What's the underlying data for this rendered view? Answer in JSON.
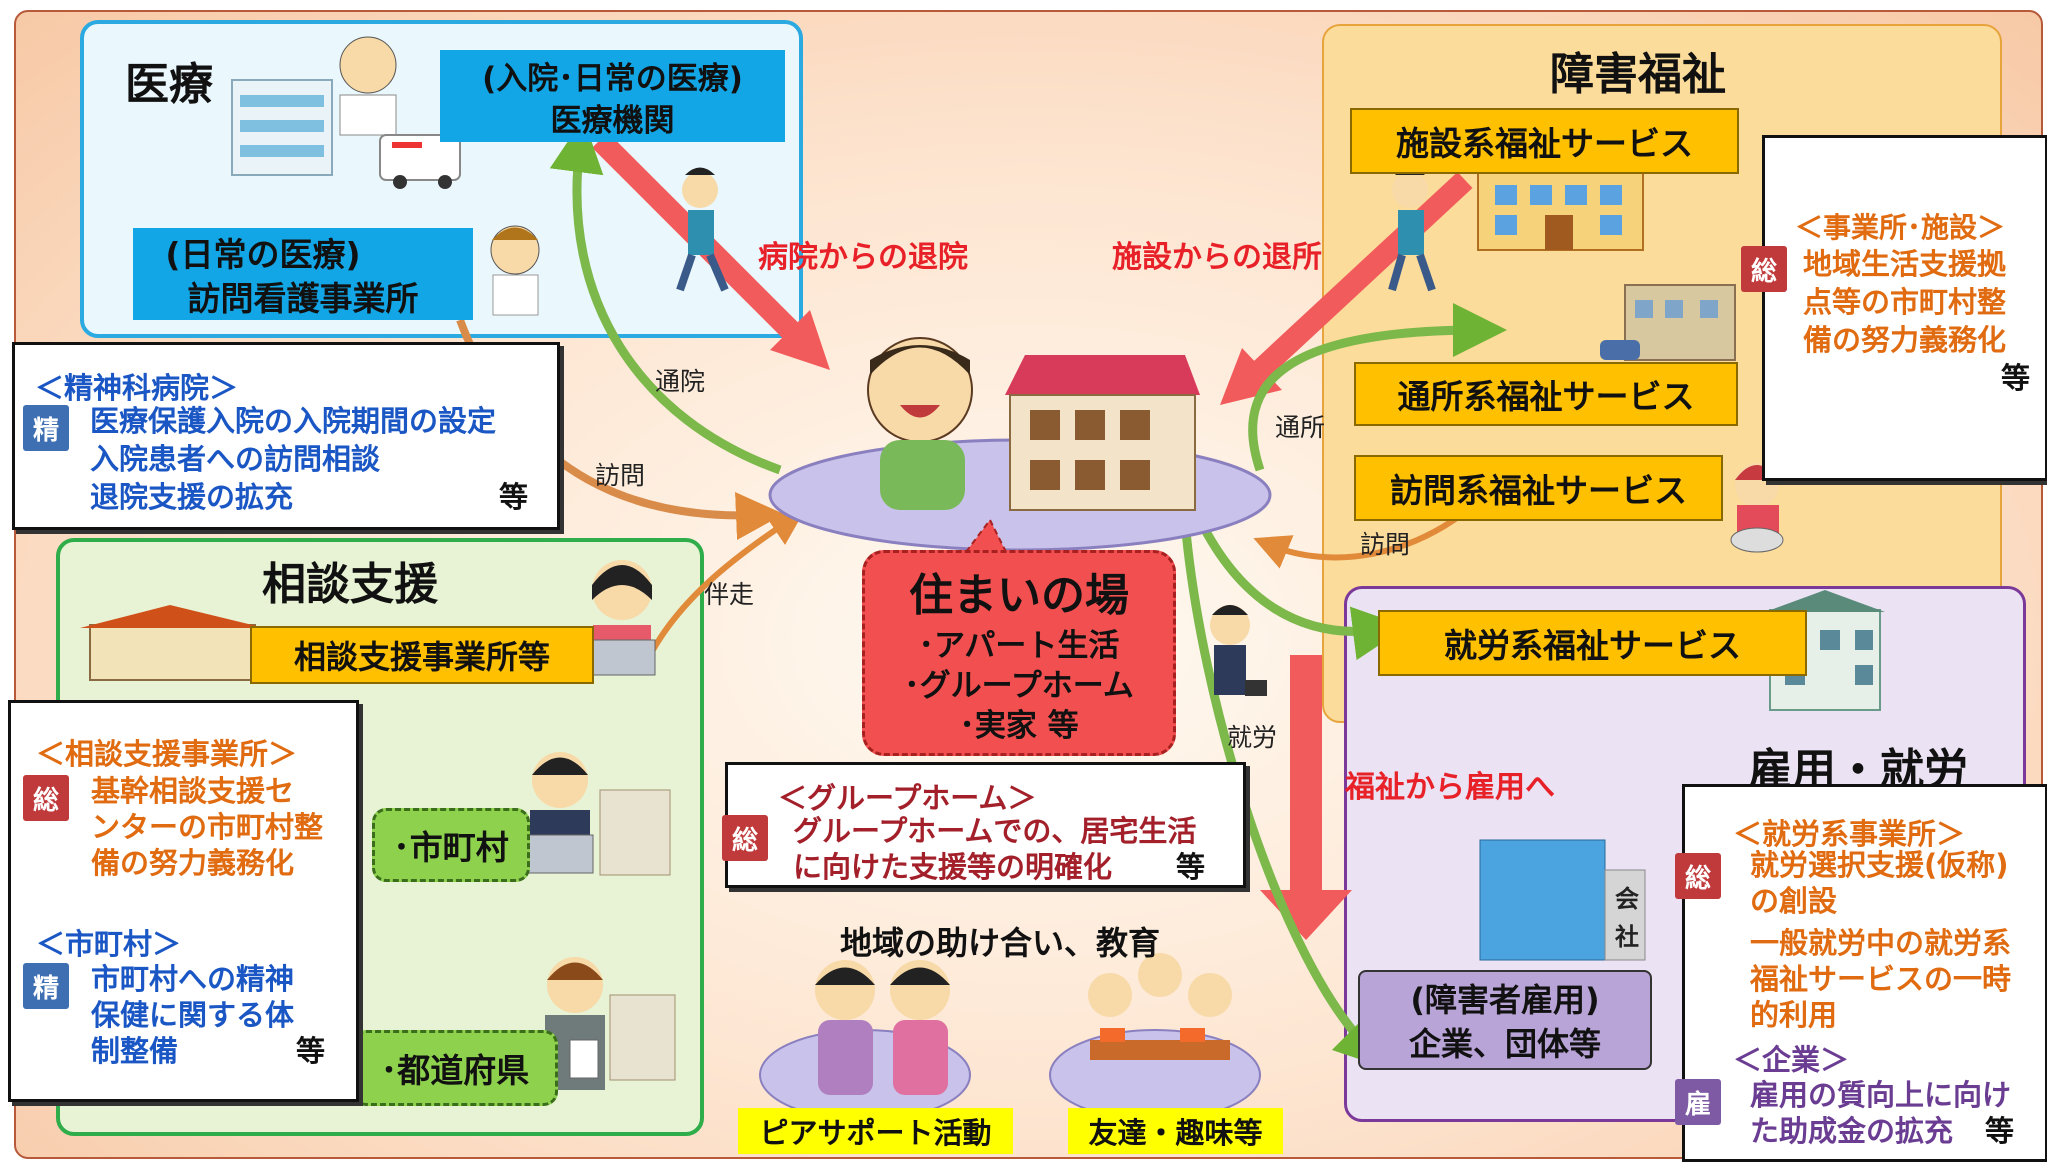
{
  "regions": {
    "iryo": {
      "title": "医療",
      "hospital_label_line1": "(入院･日常の医療)",
      "hospital_label_line2": "医療機関",
      "visit_label_line1": "(日常の医療)",
      "visit_label_line2": "訪問看護事業所"
    },
    "shogai": {
      "title": "障害福祉",
      "facility": "施設系福祉サービス",
      "tsusho": "通所系福祉サービス",
      "homon": "訪問系福祉サービス",
      "shuro": "就労系福祉サービス"
    },
    "sodan": {
      "title": "相談支援",
      "office": "相談支援事業所等",
      "shichoson": "･市町村",
      "todofuken": "･都道府県"
    },
    "koyo": {
      "title": "雇用・就労",
      "company_line1": "(障害者雇用)",
      "company_line2": "企業、団体等",
      "kaisha": "会社"
    }
  },
  "center": {
    "title": "住まいの場",
    "line1": "･アパート生活",
    "line2": "･グループホーム",
    "line3": "･実家 等"
  },
  "arrows": {
    "taiin": "病院からの退院",
    "taisho": "施設からの退所",
    "fukushi_koyo": "福祉から雇用へ",
    "tsuin": "通院",
    "homon": "訪問",
    "bansou": "伴走",
    "tsusho": "通所",
    "homon2": "訪問",
    "shuro": "就労"
  },
  "community": {
    "title": "地域の助け合い、教育",
    "peer": "ピアサポート活動",
    "friends": "友達・趣味等"
  },
  "notes": {
    "seishin": {
      "header": "＜精神科病院＞",
      "badge": "精",
      "lines": [
        "医療保護入院の入院期間の設定",
        "入院患者への訪問相談",
        "退院支援の拡充"
      ],
      "etc": "等"
    },
    "jigyosho": {
      "header": "＜事業所･施設＞",
      "badge": "総",
      "lines": [
        "地域生活支援拠",
        "点等の市町村整",
        "備の努力義務化"
      ],
      "etc": "等"
    },
    "sodan": {
      "header": "＜相談支援事業所＞",
      "badge": "総",
      "lines": [
        "基幹相談支援セ",
        "ンターの市町村整",
        "備の努力義務化"
      ]
    },
    "shichoson": {
      "header": "＜市町村＞",
      "badge": "精",
      "lines": [
        "市町村への精神",
        "保健に関する体",
        "制整備"
      ],
      "etc": "等"
    },
    "gh": {
      "header": "＜グループホーム＞",
      "badge": "総",
      "lines": [
        "グループホームでの、居宅生活",
        "に向けた支援等の明確化"
      ],
      "etc": "等"
    },
    "shuro": {
      "header": "＜就労系事業所＞",
      "badge": "総",
      "lines": [
        "就労選択支援(仮称)",
        "の創設",
        "一般就労中の就労系",
        "福祉サービスの一時",
        "的利用"
      ],
      "header2": "＜企業＞",
      "badge2": "雇",
      "lines2": [
        "雇用の質向上に向け",
        "た助成金の拡充"
      ],
      "etc": "等"
    }
  }
}
